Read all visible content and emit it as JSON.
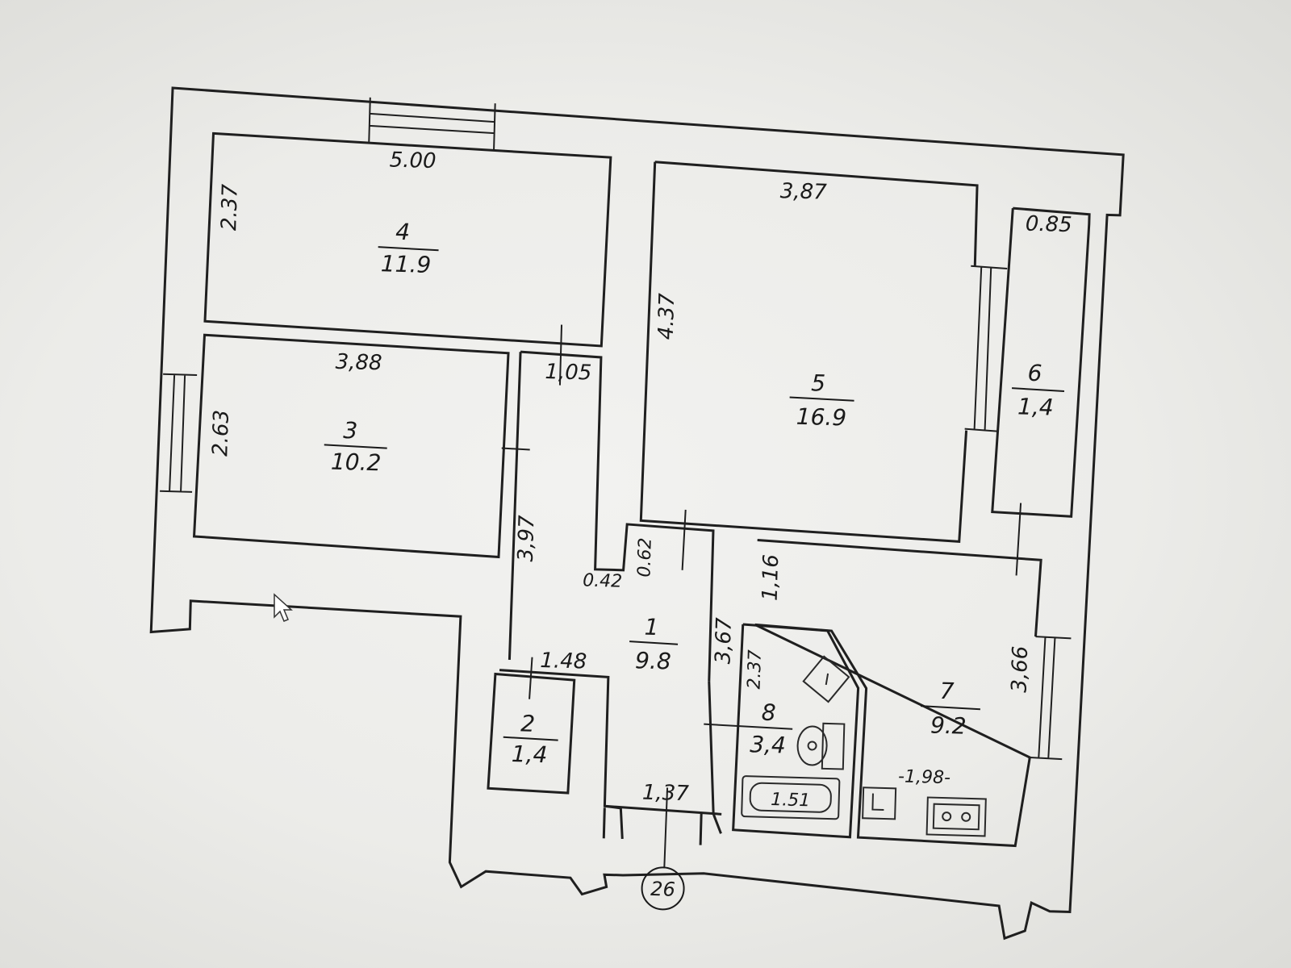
{
  "rooms": [
    {
      "id": "4",
      "area": "11.9",
      "width": "5.00",
      "depth": "2.37"
    },
    {
      "id": "3",
      "area": "10.2",
      "width": "3,88",
      "depth": "2.63"
    },
    {
      "id": "5",
      "area": "16.9",
      "width": "3,87",
      "depth": "4.37"
    },
    {
      "id": "6",
      "area": "1,4",
      "width": "0.85"
    },
    {
      "id": "1",
      "area": "9.8"
    },
    {
      "id": "2",
      "area": "1,4"
    },
    {
      "id": "8",
      "area": "3,4"
    },
    {
      "id": "7",
      "area": "9.2"
    }
  ],
  "dimensions": {
    "corridor_len": "3,97",
    "corridor_door": "1,05",
    "d_042": "0.42",
    "d_062": "0.62",
    "d_148": "1.48",
    "d_137": "1,37",
    "d_367": "3,67",
    "d_116": "1,16",
    "d_237b": "2.37",
    "d_366": "3,66",
    "d_198": "-1,98-",
    "bath": "1.51"
  },
  "building_number": "26"
}
